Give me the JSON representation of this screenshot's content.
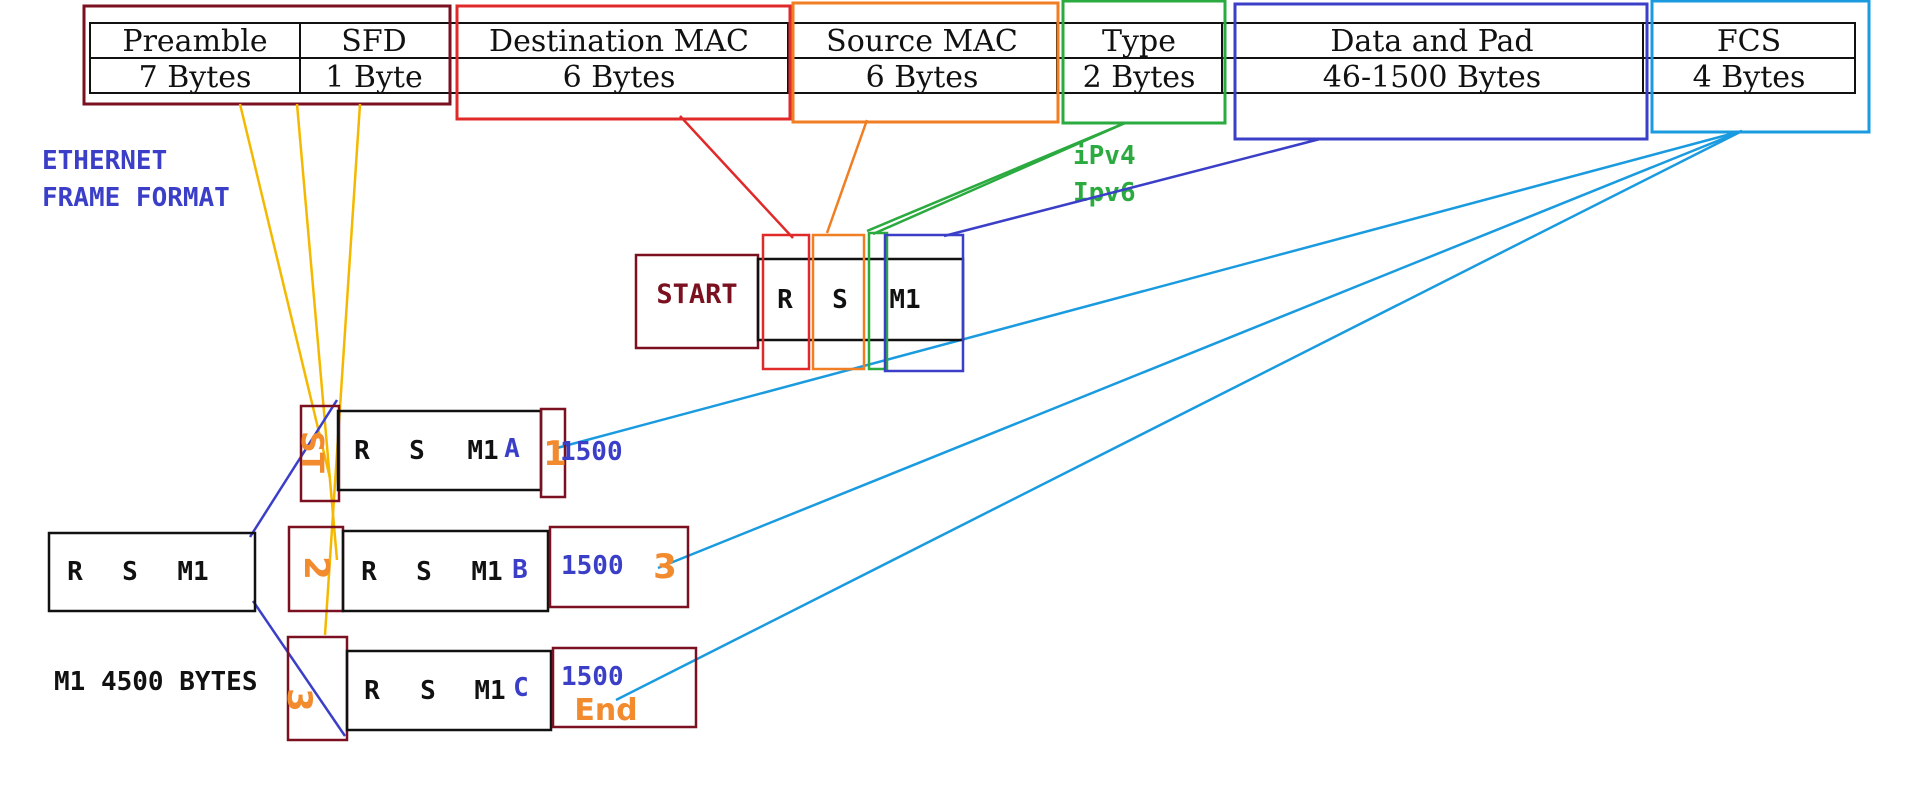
{
  "colors": {
    "maroon": "#7a1020",
    "red": "#e02a2a",
    "orange": "#f07e22",
    "green": "#2aaa3f",
    "blue": "#3b3fc8",
    "cyan": "#1a9be0",
    "yellow": "#f5b800",
    "black": "#111111"
  },
  "frame_table": {
    "preamble": {
      "name": "Preamble",
      "size": "7 Bytes"
    },
    "sfd": {
      "name": "SFD",
      "size": "1 Byte"
    },
    "dest_mac": {
      "name": "Destination MAC",
      "size": "6 Bytes"
    },
    "src_mac": {
      "name": "Source MAC",
      "size": "6 Bytes"
    },
    "type": {
      "name": "Type",
      "size": "2 Bytes"
    },
    "data": {
      "name": "Data and Pad",
      "size": "46-1500 Bytes"
    },
    "fcs": {
      "name": "FCS",
      "size": "4 Bytes"
    }
  },
  "title": {
    "line1": "ETHERNET",
    "line2": "FRAME FORMAT"
  },
  "type_values": {
    "v4": "iPv4",
    "v6": "Ipv6"
  },
  "start_packet": {
    "start": "START",
    "r": "R",
    "s": "S",
    "m": "M1"
  },
  "original_packet": {
    "r": "R",
    "s": "S",
    "m": "M1",
    "note": "M1 4500 BYTES"
  },
  "fragments": [
    {
      "r": "R",
      "s": "S",
      "m": "M1",
      "letter": "A",
      "size": "1500"
    },
    {
      "r": "R",
      "s": "S",
      "m": "M1",
      "letter": "B",
      "size": "1500"
    },
    {
      "r": "R",
      "s": "S",
      "m": "M1",
      "letter": "C",
      "size": "1500"
    }
  ],
  "handwritten": {
    "frag_a_left": "ST",
    "frag_a_right": "1",
    "frag_b_left": "2",
    "frag_b_right": "3",
    "frag_c_left": "3",
    "frag_c_right": "End"
  }
}
